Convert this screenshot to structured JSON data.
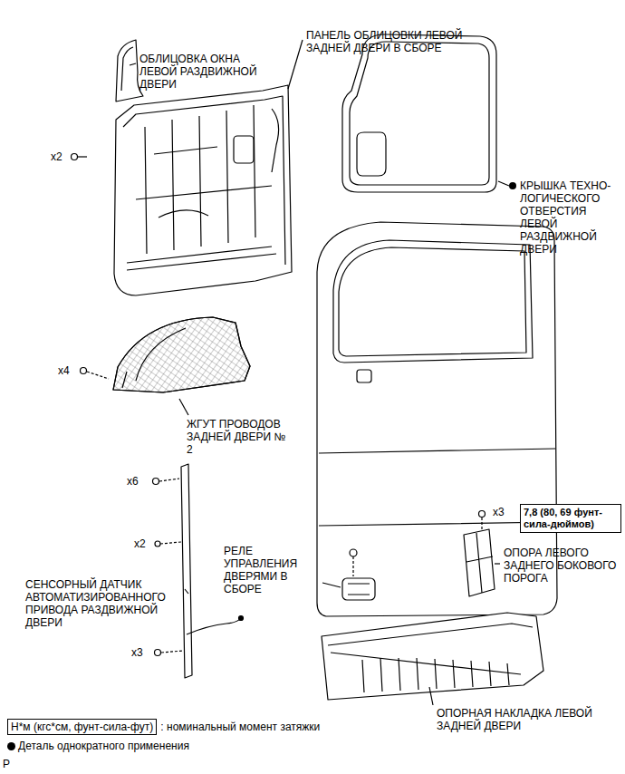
{
  "diagram": {
    "nodes": [
      {
        "text": [
          "7,8 (80, 69 фунт-сила-дюймов)"
        ]
      },
      {
        "text": [
          "Н*м (кгс*см, фунт-сила-фут)",
          ": номинальный момент затяжки"
        ]
      }
    ],
    "labels": [
      "ОБЛИЦОВКА ОКНА ЛЕВОЙ РАЗДВИЖНОЙ ДВЕРИ",
      "ПАНЕЛЬ ОБЛИЦОВКИ ЛЕВОЙ ЗАДНЕЙ ДВЕРИ В СБОРЕ",
      "x2",
      "КРЫШКА ТЕХНО-ЛОГИЧЕСКОГО ОТВЕРСТИЯ ЛЕВОЙ РАЗДВИЖНОЙ ДВЕРИ",
      "x4",
      "ЖГУТ ПРОВОДОВ ЗАДНЕЙ ДВЕРИ № 2",
      "x6",
      "x2",
      "СЕНСОРНЫЙ ДАТЧИК АВТОМАТИЗИРОВАННОГО ПРИВОДА РАЗДВИЖНОЙ ДВЕРИ",
      "РЕЛЕ УПРАВЛЕНИЯ ДВЕРЯМИ В СБОРЕ",
      "x3",
      "x3",
      "ОПОРА ЛЕВОГО ЗАДНЕГО БОКОВОГО ПОРОГА",
      "ОПОРНАЯ НАКЛАДКА ЛЕВОЙ ЗАДНЕЙ ДВЕРИ",
      "P"
    ],
    "legend": [
      {
        "text": "Деталь однократного применения",
        "color": "#000000"
      }
    ]
  }
}
